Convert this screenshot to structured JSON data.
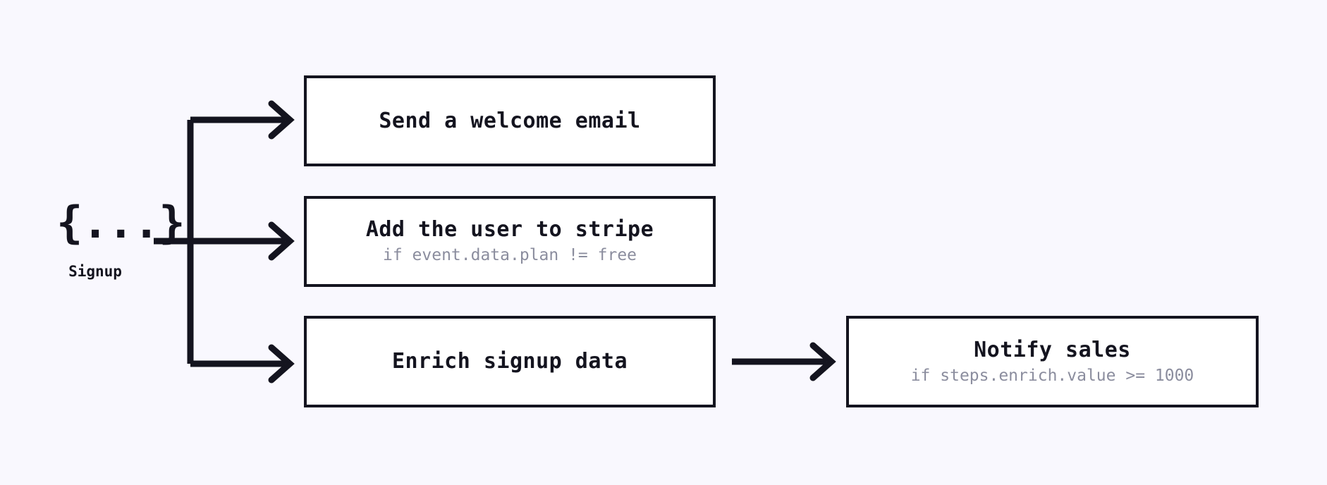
{
  "diagram": {
    "type": "workflow-flowchart",
    "background_color": "#f9f8fe",
    "line_color": "#14141f",
    "box_fill": "#ffffff",
    "condition_color": "#8b8d9e",
    "trigger": {
      "glyph": "{...}",
      "glyph_icon_name": "json-event-braces-icon",
      "label": "Signup"
    },
    "steps": [
      {
        "id": "welcome",
        "title": "Send a welcome email",
        "condition": ""
      },
      {
        "id": "stripe",
        "title": "Add the user to stripe",
        "condition": "if event.data.plan != free"
      },
      {
        "id": "enrich",
        "title": "Enrich signup data",
        "condition": ""
      },
      {
        "id": "notify",
        "title": "Notify sales",
        "condition": "if steps.enrich.value >= 1000"
      }
    ],
    "edges": [
      {
        "from": "trigger",
        "to": "welcome"
      },
      {
        "from": "trigger",
        "to": "stripe"
      },
      {
        "from": "trigger",
        "to": "enrich"
      },
      {
        "from": "enrich",
        "to": "notify"
      }
    ]
  }
}
